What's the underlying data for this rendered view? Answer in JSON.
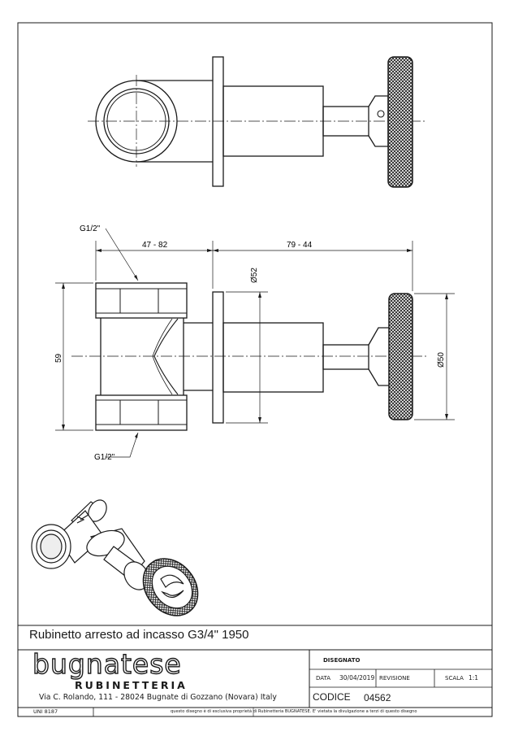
{
  "drawing": {
    "dimensions": {
      "top_thread": "G1/2\"",
      "bottom_thread": "G1/2\"",
      "body_length": "47 - 82",
      "extension": "79 - 44",
      "height": "59",
      "flange_diameter": "Ø52",
      "handle_diameter": "Ø50"
    }
  },
  "title_block": {
    "title": "Rubinetto arresto ad incasso G3/4\" 1950",
    "logo": "bugnatese",
    "logo_sub": "RUBINETTERIA",
    "address": "Via C. Rolando, 111 - 28024 Bugnate di Gozzano (Novara) Italy",
    "disegnato_label": "DISEGNATO",
    "data_label": "DATA",
    "data_value": "30/04/2019",
    "revisione_label": "REVISIONE",
    "scala_label": "SCALA",
    "scala_value": "1:1",
    "codice_label": "CODICE",
    "codice_value": "04562",
    "uni": "UNI 8187",
    "notice": "questo disegno è di esclusiva proprietà di Rubinetteria BUGNATESE. E' vietata la divulgazione a terzi di questo disegno"
  }
}
